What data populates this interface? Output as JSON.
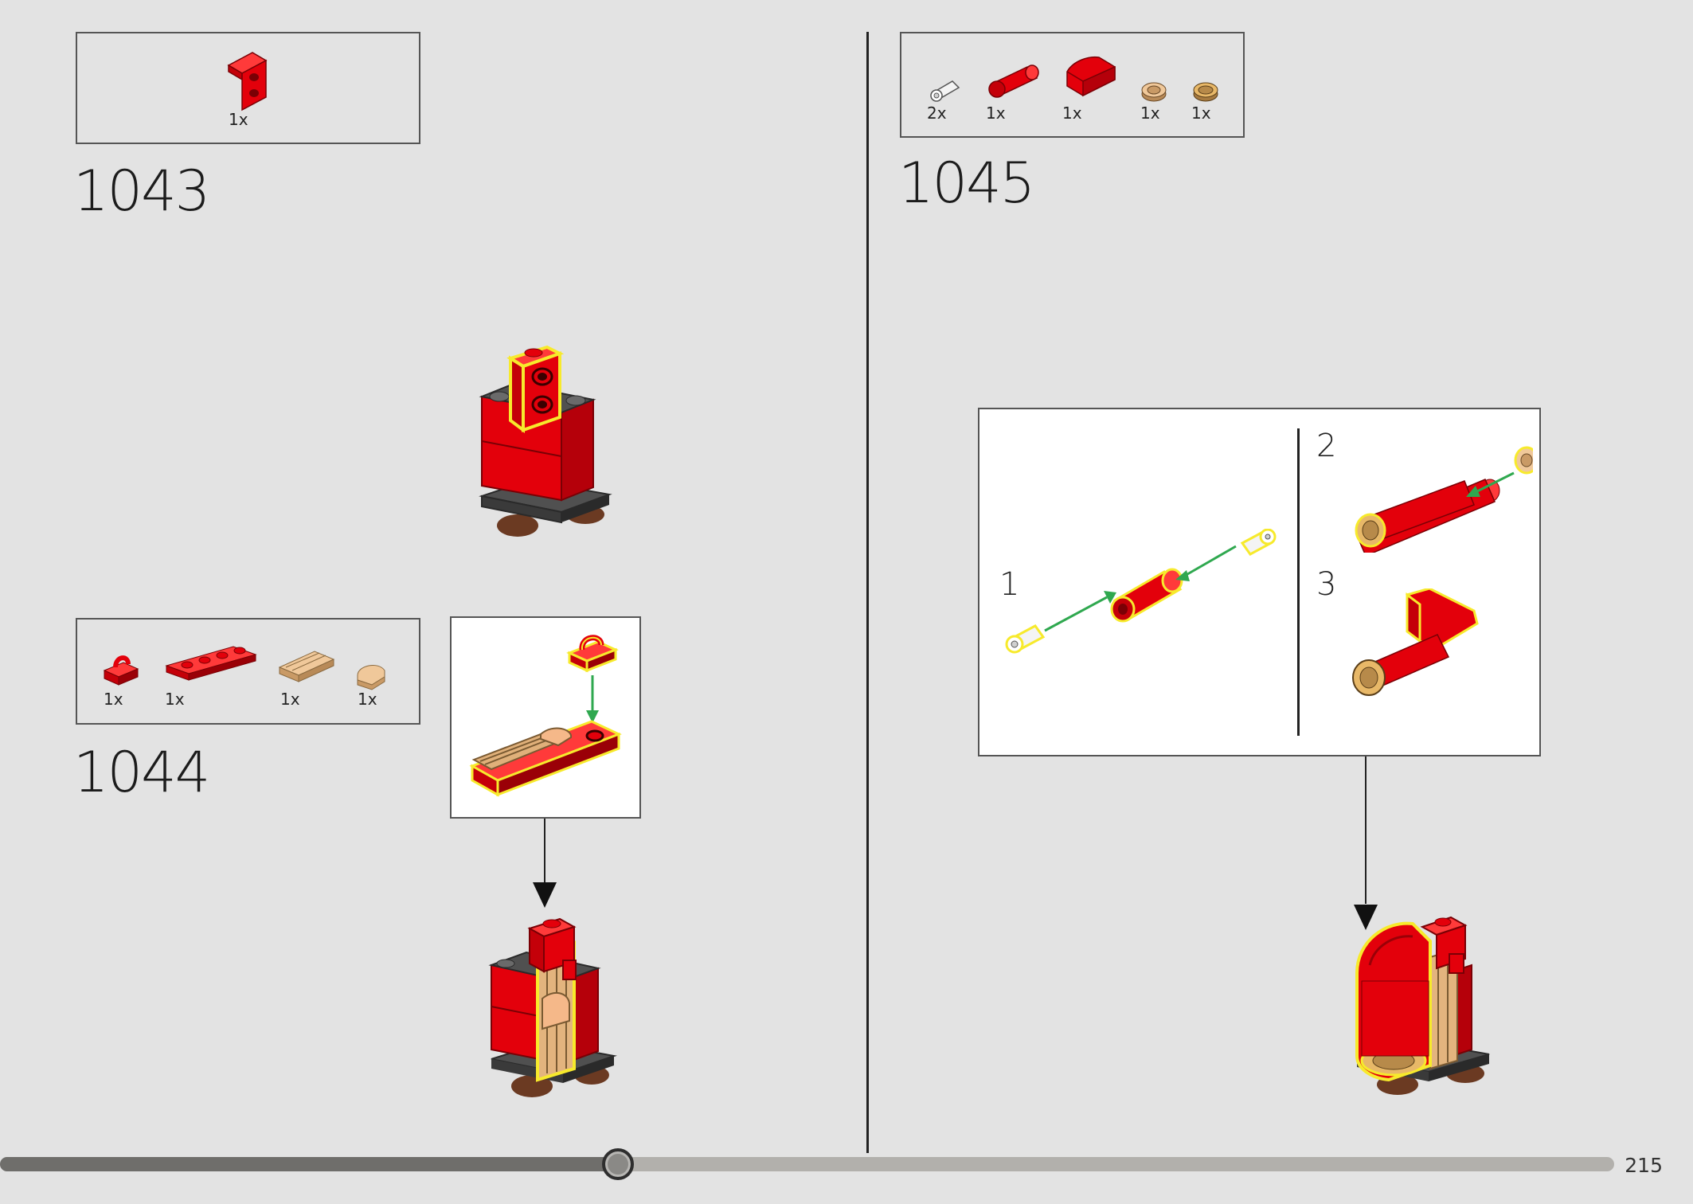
{
  "page": {
    "number": "215"
  },
  "progress": {
    "fraction": 0.383
  },
  "steps": {
    "s1043": {
      "label": "1043",
      "parts": [
        {
          "name": "bracket-red",
          "qty": "1x"
        }
      ]
    },
    "s1044": {
      "label": "1044",
      "parts": [
        {
          "name": "plate-clip-red",
          "qty": "1x"
        },
        {
          "name": "plate-1x4-red",
          "qty": "1x"
        },
        {
          "name": "grille-tan",
          "qty": "1x"
        },
        {
          "name": "tile-round-tan",
          "qty": "1x"
        }
      ]
    },
    "s1045": {
      "label": "1045",
      "parts": [
        {
          "name": "pin-white",
          "qty": "2x"
        },
        {
          "name": "cylinder-red",
          "qty": "1x"
        },
        {
          "name": "curved-slope-red",
          "qty": "1x"
        },
        {
          "name": "round-tile-tan",
          "qty": "1x"
        },
        {
          "name": "round-tile-gold",
          "qty": "1x"
        }
      ],
      "substeps": [
        "1",
        "2",
        "3"
      ]
    }
  },
  "colors": {
    "red": "#e3000b",
    "dark_red": "#9a0007",
    "highlight": "#f7ea2c",
    "arrow_green": "#2fa84f",
    "tan": "#e4b98a",
    "dark_gray": "#505050",
    "brown": "#6b3a22",
    "background": "#e3e3e3"
  }
}
